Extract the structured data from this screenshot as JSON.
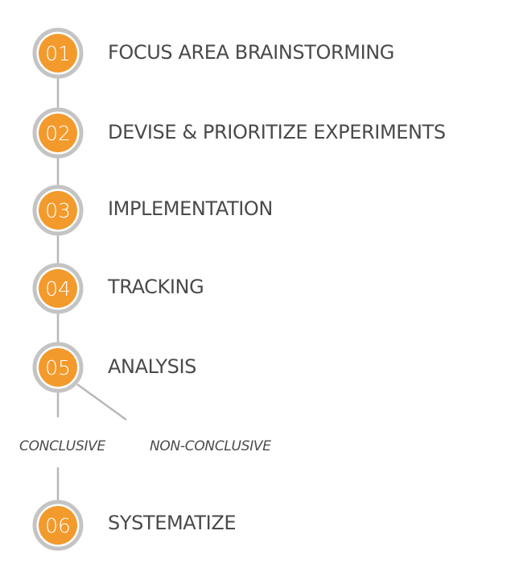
{
  "steps": [
    {
      "number": "01",
      "label": "FOCUS AREA BRAINSTORMING"
    },
    {
      "number": "02",
      "label": "DEVISE & PRIORITIZE EXPERIMENTS"
    },
    {
      "number": "03",
      "label": "IMPLEMENTATION"
    },
    {
      "number": "04",
      "label": "TRACKING"
    },
    {
      "number": "05",
      "label": "ANALYSIS"
    },
    {
      "number": "06",
      "label": "SYSTEMATIZE"
    }
  ],
  "branches": {
    "conclusive": "CONCLUSIVE",
    "non_conclusive": "NON-CONCLUSIVE"
  },
  "colors": {
    "step_fill": "#f39a2c",
    "step_ring": "#c4c4c4",
    "connector": "#b8b8b8",
    "text": "#4a4a4a"
  }
}
